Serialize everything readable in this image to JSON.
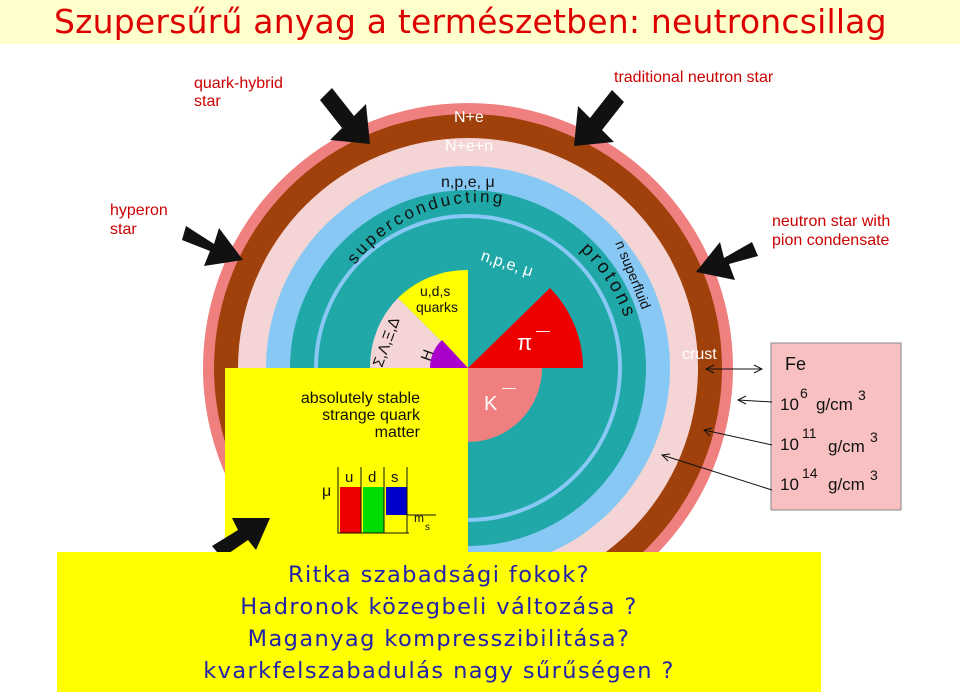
{
  "title": "Szupersűrű anyag a természetben: neutroncsillag",
  "star_types": {
    "quark_hybrid": [
      "quark-hybrid",
      "star"
    ],
    "traditional": "traditional neutron star",
    "hyperon": [
      "hyperon",
      "star"
    ],
    "pion": [
      "neutron star with",
      "pion condensate"
    ]
  },
  "layers": {
    "outer1": "N+e",
    "outer2": "N+e+n",
    "outer3": "n,p,e, μ",
    "superconducting": "superconducting",
    "protons": "protons",
    "n_superfluid": "n superfluid",
    "inner_npe": "n,p,e, μ",
    "quarks": [
      "u,d,s",
      "quarks"
    ],
    "hyperons": "Σ,Λ,Ξ,Δ",
    "H": "H",
    "pi": "π",
    "pi_sup": "—",
    "K": "K",
    "K_sup": "—",
    "crust": "crust"
  },
  "strange_matter": {
    "lines": [
      "absolutely stable",
      "strange quark",
      "matter"
    ],
    "mu": "μ",
    "u": "u",
    "d": "d",
    "s": "s",
    "m": "m",
    "m_sub": "s"
  },
  "density_box": {
    "fe": "Fe",
    "rows": [
      {
        "base": "10",
        "exp": "6",
        "unit": "g/cm",
        "unit_exp": "3"
      },
      {
        "base": "10",
        "exp": "11",
        "unit": "g/cm",
        "unit_exp": "3"
      },
      {
        "base": "10",
        "exp": "14",
        "unit": "g/cm",
        "unit_exp": "3"
      }
    ]
  },
  "questions": [
    "Ritka szabadsági fokok?",
    "Hadronok közegbeli változása ?",
    "Maganyag kompresszibilitása?",
    "kvarkfelszabadulás nagy sűrűségen ?"
  ],
  "colors": {
    "title": "#dd0000",
    "outer_ring": "#f08080",
    "brown_ring": "#a0400a",
    "pink_ring": "#f4d4d4",
    "light_blue_ring": "#87c8f5",
    "teal": "#20a8a8",
    "yellow": "#ffff00",
    "red": "#ee0000",
    "salmon": "#f08080",
    "magenta": "#aa00cc",
    "question_text": "#2222aa"
  }
}
